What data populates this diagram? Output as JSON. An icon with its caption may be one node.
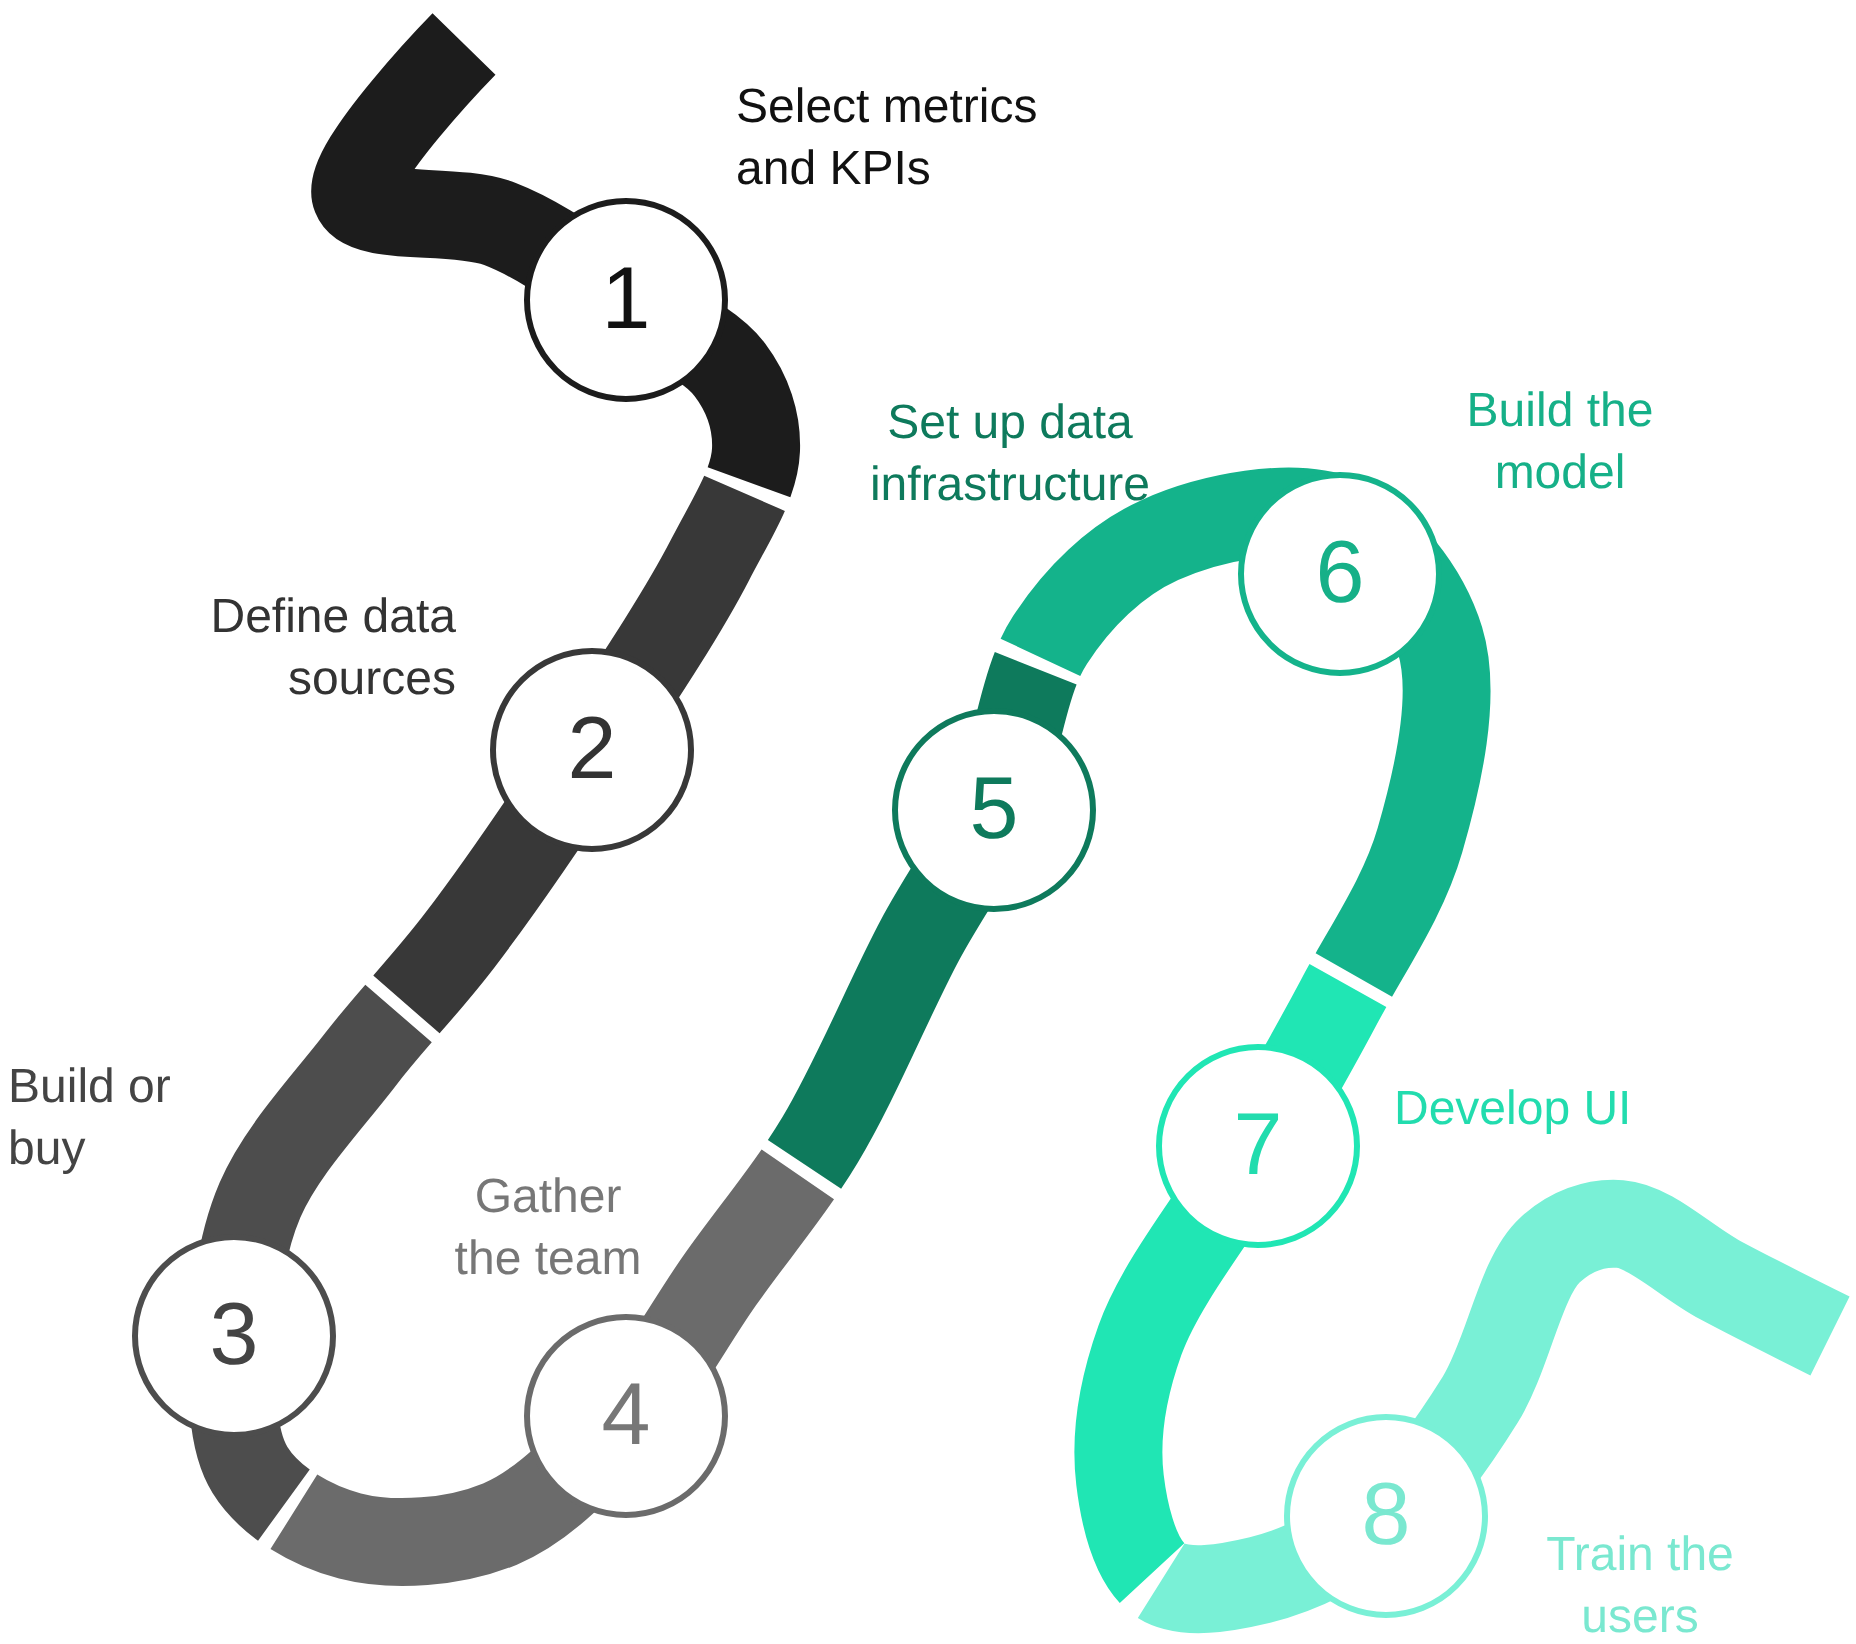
{
  "diagram": {
    "nodes": [
      {
        "text": [
          "1"
        ],
        "beside": [
          "Select metrics and KPIs"
        ]
      },
      {
        "text": [
          "2"
        ],
        "beside": [
          "Define data sources"
        ]
      },
      {
        "text": [
          "3"
        ],
        "beside": [
          "Build or buy"
        ]
      },
      {
        "text": [
          "4"
        ],
        "beside": [
          "Gather the team"
        ]
      },
      {
        "text": [
          "5"
        ]
      },
      {
        "text": [
          "6"
        ],
        "beside": [
          "Build the model"
        ]
      },
      {
        "text": [
          "7"
        ],
        "beside": [
          "Develop UI"
        ]
      },
      {
        "text": [
          "8"
        ],
        "beside": [
          "Train the users"
        ]
      }
    ],
    "labels": [
      "Set up data infrastructure"
    ]
  }
}
